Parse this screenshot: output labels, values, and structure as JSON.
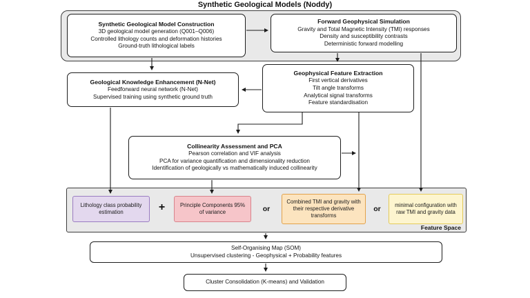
{
  "title": "Synthetic Geological Models (Noddy)",
  "boxes": {
    "construction": {
      "title": "Synthetic Geological Model Construction",
      "lines": [
        "3D geological model generation (Q001–Q006)",
        "Controlled lithology counts and deformation histories",
        "Ground-truth lithological labels"
      ]
    },
    "forward_simulation": {
      "title": "Forward Geophysical Simulation",
      "lines": [
        "Gravity and Total Magnetic Intensity (TMI) responses",
        "Density and susceptibility contrasts",
        "Deterministic forward modelling"
      ]
    },
    "feature_extraction": {
      "title": "Geophysical Feature Extraction",
      "lines": [
        "First vertical derivatives",
        "Tilt angle transforms",
        "Analytical signal transforms",
        "Feature standardisation"
      ]
    },
    "knowledge_enhancement": {
      "title": "Geological Knowledge Enhancement (N-Net)",
      "lines": [
        "Feedforward neural network (N-Net)",
        "Supervised training using synthetic ground truth"
      ]
    },
    "collinearity_pca": {
      "title": "Collinearity Assessment and PCA",
      "lines": [
        "Pearson correlation and VIF analysis",
        "PCA for variance quantification and dimensionality reduction",
        "Identification of geologically vs mathematically induced collinearity"
      ]
    },
    "som": {
      "lines": [
        "Self-Organising Map (SOM)",
        "Unsupervised clustering - Geophysical + Probability features"
      ]
    },
    "cluster_consolidation": {
      "title": "Cluster Consolidation (K-means) and Validation"
    }
  },
  "feature_space": {
    "label": "Feature Space",
    "separators": [
      "+",
      "or",
      "or"
    ],
    "options": [
      {
        "text": "Lithology class probability estimation",
        "fill": "#e3d8ee",
        "border": "#9a7cc1"
      },
      {
        "text": "Principle Components 95% of variance",
        "fill": "#f6c5c9",
        "border": "#d8838c"
      },
      {
        "text": "Combined TMI and gravity with their respective derivative transforms",
        "fill": "#fce4bf",
        "border": "#e2a24b"
      },
      {
        "text": "minimal configuration with raw TMI and gravity data",
        "fill": "#fdf5cf",
        "border": "#e4ca59"
      }
    ]
  },
  "colors": {
    "container_fill": "#e9e9e9",
    "box_border": "#1c1c1c",
    "arrow": "#1c1c1c"
  }
}
